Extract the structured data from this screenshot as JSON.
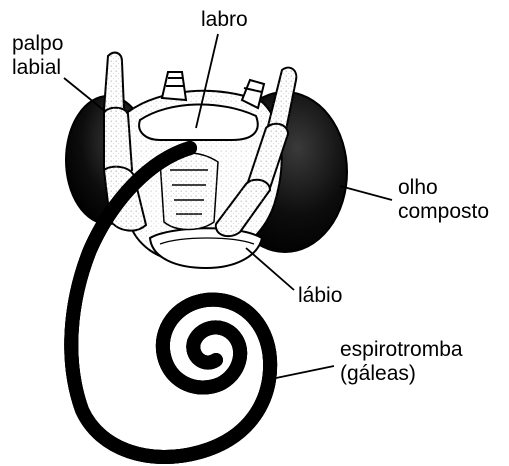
{
  "labels": {
    "palpo_labial": [
      "palpo",
      "labial"
    ],
    "labro": "labro",
    "olho_composto": [
      "olho",
      "composto"
    ],
    "labio": "lábio",
    "espirotromba": [
      "espirotromba",
      "(gáleas)"
    ]
  },
  "colors": {
    "ink": "#000000",
    "eye_fill": "#111111",
    "paper": "#ffffff",
    "stipple": "#9a9a9a"
  }
}
